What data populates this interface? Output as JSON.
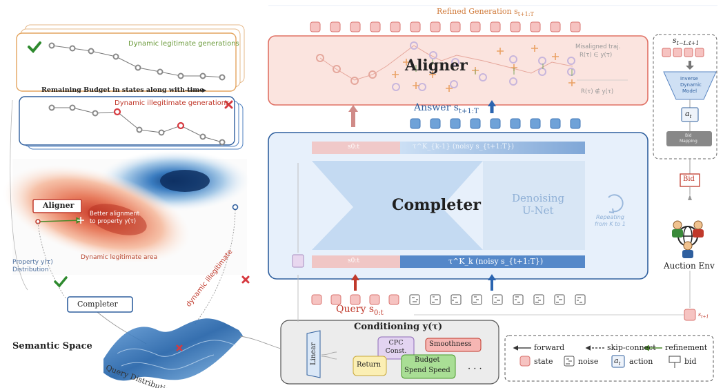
{
  "top_left": {
    "legit_label": "Dynamic legitimate generations",
    "budget_label": "Remaining Budget in states along with time",
    "illegit_label": "Dynamic illegitimate generations"
  },
  "distribution": {
    "aligner_label": "Aligner",
    "better_alignment_1": "Better alignment",
    "better_alignment_2": "to property y(τ)",
    "legit_area": "Dynamic legitimate area",
    "property_label_1": "Property y(τ)",
    "property_label_2": "Distribution"
  },
  "semantic": {
    "completer_label": "Completer",
    "dynamic_illegit": "dynamic illegitimate",
    "semantic_space": "Semantic Space",
    "query_distribution": "Query Distribution"
  },
  "aligner_block": {
    "refined_generation": "Refined Generation s",
    "refined_sub": "t+1:T",
    "title": "Aligner",
    "misaligned_1": "Misaligned traj.",
    "misaligned_2": "R(τ) ∈ y(τ)",
    "misaligned_3": "R(τ) ∉ y(τ)"
  },
  "answer": {
    "label": "Answer s",
    "sub": "t+1:T"
  },
  "completer_block": {
    "title": "Completer",
    "unet_1": "Denoising",
    "unet_2": "U-Net",
    "repeating_1": "Repeating",
    "repeating_2": "from K to 1",
    "top_s": "s0:t",
    "top_tau": "τ^K_{k-1} (noisy s_{t+1:T})",
    "bottom_s": "s0:t",
    "bottom_tau": "τ^K_k (noisy s_{t+1:T})"
  },
  "query": {
    "label": "Query s",
    "sub": "0:t"
  },
  "conditioning": {
    "title": "Conditioning y(τ)",
    "linear": "Linear",
    "cpc": "CPC Const.",
    "smoothness": "Smoothness",
    "return": "Return",
    "budget_1": "Budget",
    "budget_2": "Spend Speed",
    "ellipsis": "· · ·"
  },
  "legend": {
    "forward": "forward",
    "skip_connect": "skip-connect",
    "refinement": "refinement",
    "state": "state",
    "noise": "noise",
    "action_symbol": "a",
    "action_sub": "t",
    "action": "action",
    "bid": "bid"
  },
  "right_panel": {
    "top_label": "s",
    "top_sub": "t−L:t+1",
    "idm_1": "Inverse",
    "idm_2": "Dynamic",
    "idm_3": "Model",
    "at": "a",
    "at_sub": "t",
    "bid_mapping_1": "Bid",
    "bid_mapping_2": "Mapping",
    "bid": "Bid",
    "auction_env": "Auction Env",
    "st1": "s",
    "st1_sub": "t+1"
  },
  "colors": {
    "state_fill": "#f6c3c1",
    "state_stroke": "#d9736f",
    "answer_fill": "#6fa2d8",
    "legit_orange": "#e3a45e",
    "illegit_red": "#d6393f",
    "aligner_bg": "#fbe4df",
    "completer_bg": "#e7f0fb"
  }
}
